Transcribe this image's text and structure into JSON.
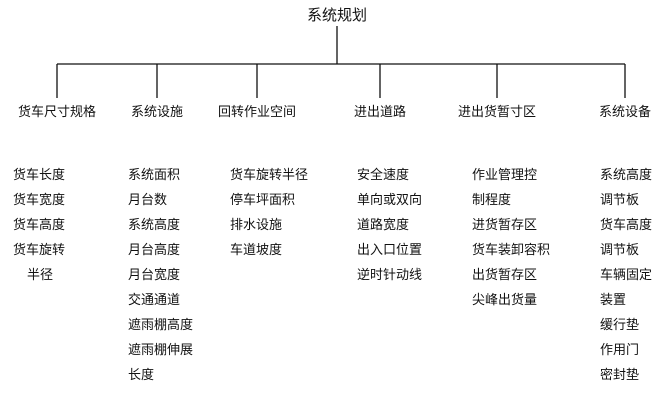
{
  "diagram": {
    "root": "系统规划",
    "branches": [
      {
        "title": "货车尺寸规格",
        "items": [
          "货车长度",
          "货车宽度",
          "货车高度",
          "货车旋转",
          "半径"
        ]
      },
      {
        "title": "系统设施",
        "items": [
          "系统面积",
          "月台数",
          "系统高度",
          "月台高度",
          "月台宽度",
          "交通通道",
          "遮雨棚高度",
          "遮雨棚伸展",
          "长度"
        ]
      },
      {
        "title": "回转作业空间",
        "items": [
          "货车旋转半径",
          "停车坪面积",
          "排水设施",
          "车道坡度"
        ]
      },
      {
        "title": "进出道路",
        "items": [
          "安全速度",
          "单向或双向",
          "道路宽度",
          "出入口位置",
          "逆时针动线"
        ]
      },
      {
        "title": "进出货暂寸区",
        "items": [
          "作业管理控",
          "制程度",
          "进货暂存区",
          "货车装卸容积",
          "出货暂存区",
          "尖峰出货量"
        ]
      },
      {
        "title": "系统设备",
        "items": [
          "系统高度",
          "调节板",
          "货车高度",
          "调节板",
          "车辆固定",
          "装置",
          "缓行垫",
          "作用门",
          "密封垫"
        ]
      }
    ],
    "colors": {
      "line": "#111111",
      "text": "#111111",
      "background": "#ffffff"
    }
  }
}
